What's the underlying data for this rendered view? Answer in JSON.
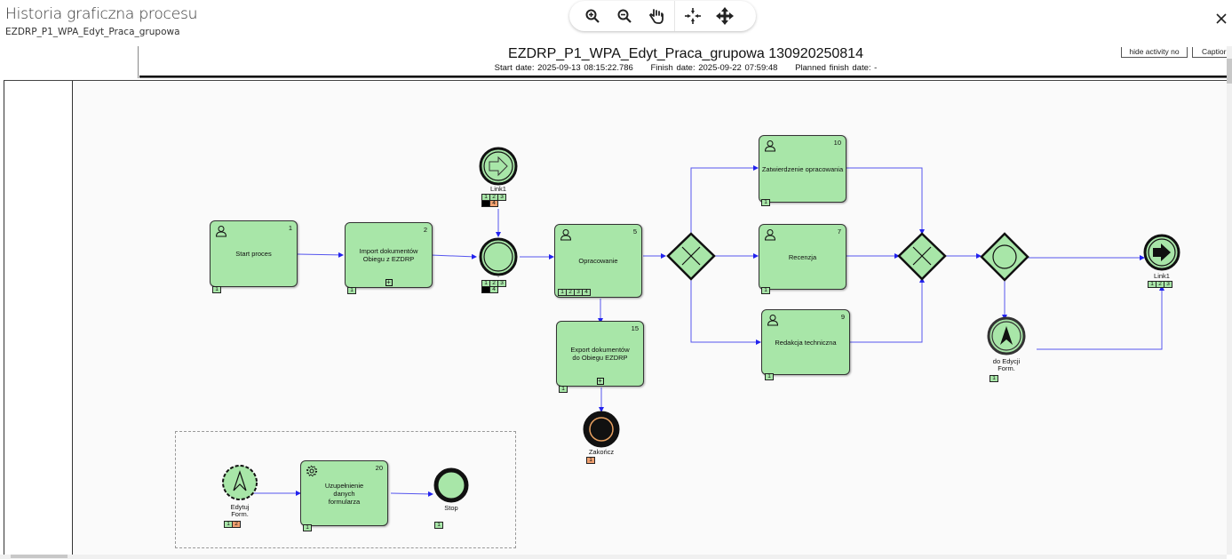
{
  "header": {
    "title": "Historia graficzna procesu",
    "subtitle": "EZDRP_P1_WPA_Edyt_Praca_grupowa",
    "close_icon": "close-icon"
  },
  "toolbar": {
    "buttons": [
      {
        "name": "zoom-in",
        "icon": "zoom-in-icon"
      },
      {
        "name": "zoom-out",
        "icon": "zoom-out-icon"
      },
      {
        "name": "pan",
        "icon": "hand-icon"
      },
      {
        "name": "fit",
        "icon": "fit-icon"
      },
      {
        "name": "move",
        "icon": "move-icon"
      }
    ]
  },
  "info": {
    "process_title": "EZDRP_P1_WPA_Edyt_Praca_grupowa 130920250814",
    "start_date": "Start date: 2025-09-13 08:15:22.786",
    "finish_date": "Finish date: 2025-09-22 07:59:48",
    "planned_finish": "Planned finish date: -",
    "hide_activity_label": "hide activity no",
    "caption_label": "Captior"
  },
  "diagram": {
    "colors": {
      "node_fill": "#a8e6a8",
      "flow": "#3333ee",
      "counter_active": "#f0a070"
    },
    "tasks": [
      {
        "id": "1",
        "label": "Start proces",
        "icon": "user-icon",
        "counters": [
          {
            "v": "1",
            "s": "g"
          }
        ]
      },
      {
        "id": "2",
        "label": "Import dokumentów\nObiegu z EZDRP",
        "icon": "",
        "subprocess": true,
        "counters": [
          {
            "v": "1",
            "s": "g"
          }
        ]
      },
      {
        "id": "5",
        "label": "Opracowanie",
        "icon": "user-icon",
        "counters": [
          {
            "v": "1",
            "s": "g"
          },
          {
            "v": "2",
            "s": "g"
          },
          {
            "v": "3",
            "s": "g"
          },
          {
            "v": "4",
            "s": "g"
          }
        ]
      },
      {
        "id": "10",
        "label": "Zatwierdzenie opracowania",
        "icon": "user-icon",
        "counters": [
          {
            "v": "1",
            "s": "g"
          }
        ]
      },
      {
        "id": "7",
        "label": "Recenzja",
        "icon": "user-icon",
        "counters": [
          {
            "v": "1",
            "s": "g"
          }
        ]
      },
      {
        "id": "9",
        "label": "Redakcja techniczna",
        "icon": "user-icon",
        "counters": [
          {
            "v": "1",
            "s": "g"
          }
        ]
      },
      {
        "id": "15",
        "label": "Export dokumentów\ndo Obiegu EZDRP",
        "icon": "",
        "subprocess": true,
        "counters": [
          {
            "v": "1",
            "s": "g"
          }
        ]
      },
      {
        "id": "20",
        "label": "Uzupełnienie\ndanych\nformularza",
        "icon": "gear-icon",
        "counters": [
          {
            "v": "1",
            "s": "g"
          }
        ]
      }
    ],
    "events": {
      "link_catch": {
        "label": "Link1",
        "counters": [
          {
            "v": "1",
            "s": "g"
          },
          {
            "v": "2",
            "s": "g"
          },
          {
            "v": "3",
            "s": "g"
          },
          {
            "v": "",
            "s": "b"
          },
          {
            "v": "4",
            "s": "o"
          }
        ]
      },
      "intermediate": {
        "label": ".",
        "counters": [
          {
            "v": "1",
            "s": "g"
          },
          {
            "v": "2",
            "s": "g"
          },
          {
            "v": "3",
            "s": "g"
          },
          {
            "v": "",
            "s": "b"
          },
          {
            "v": "4",
            "s": "g"
          }
        ]
      },
      "link_throw": {
        "label": "Link1",
        "counters": [
          {
            "v": "1",
            "s": "g"
          },
          {
            "v": "2",
            "s": "g"
          },
          {
            "v": "3",
            "s": "g"
          }
        ]
      },
      "escalation": {
        "label": "do Edycji\nForm.",
        "counters": [
          {
            "v": "1",
            "s": "g"
          }
        ]
      },
      "end_zakoncz": {
        "label": "Zakończ",
        "counters": [
          {
            "v": "1",
            "s": "o"
          }
        ]
      },
      "start_edytuj": {
        "label": "Edytuj\nForm.",
        "counters": [
          {
            "v": "1",
            "s": "g"
          },
          {
            "v": "2",
            "s": "o"
          }
        ]
      },
      "end_stop": {
        "label": "Stop",
        "counters": [
          {
            "v": "1",
            "s": "g"
          }
        ]
      }
    }
  }
}
